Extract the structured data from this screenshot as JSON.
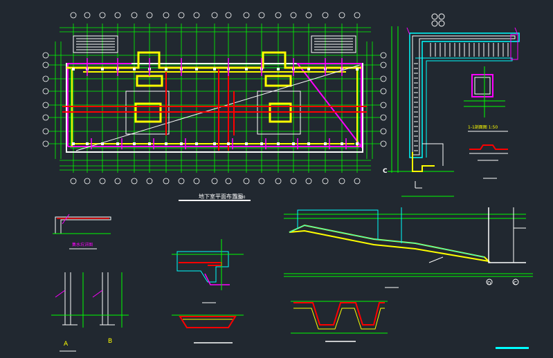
{
  "colors": {
    "background": "#212830",
    "grid": "#00ff00",
    "wall": "#ffff00",
    "rebar": "#ff0000",
    "dim": "#ff00ff",
    "line": "#ffffff",
    "cyan": "#00ffff"
  },
  "plan": {
    "title": "地下室平面布置图",
    "scale": "1:100"
  },
  "section_a": {
    "axis_label": "C"
  },
  "section_ramp": {
    "axis_labels": [
      "D",
      "C"
    ]
  },
  "section_b": {
    "title": "1-1剖面图 1:50"
  },
  "details": {
    "detail_1_title": "集水坑详图",
    "detail_2_label": "A",
    "detail_3_label": "B"
  }
}
